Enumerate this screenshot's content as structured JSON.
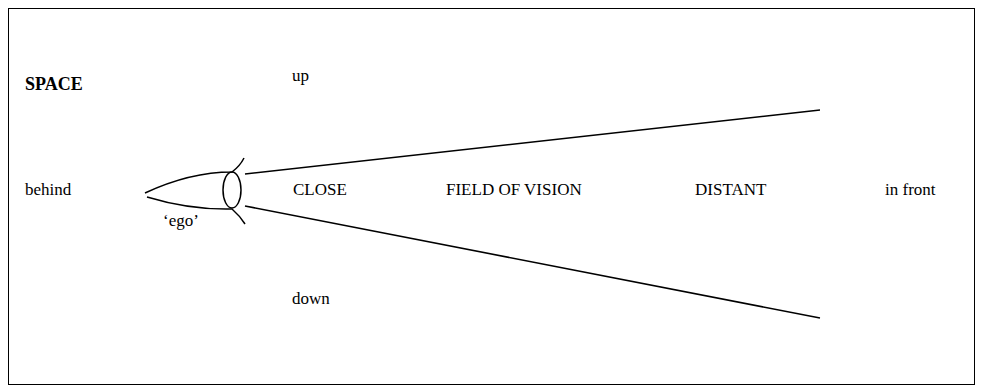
{
  "diagram": {
    "title": "SPACE",
    "labels": [
      "up",
      "behind",
      "‘ego’",
      "CLOSE",
      "FIELD OF VISION",
      "DISTANT",
      "in front",
      "down"
    ]
  }
}
